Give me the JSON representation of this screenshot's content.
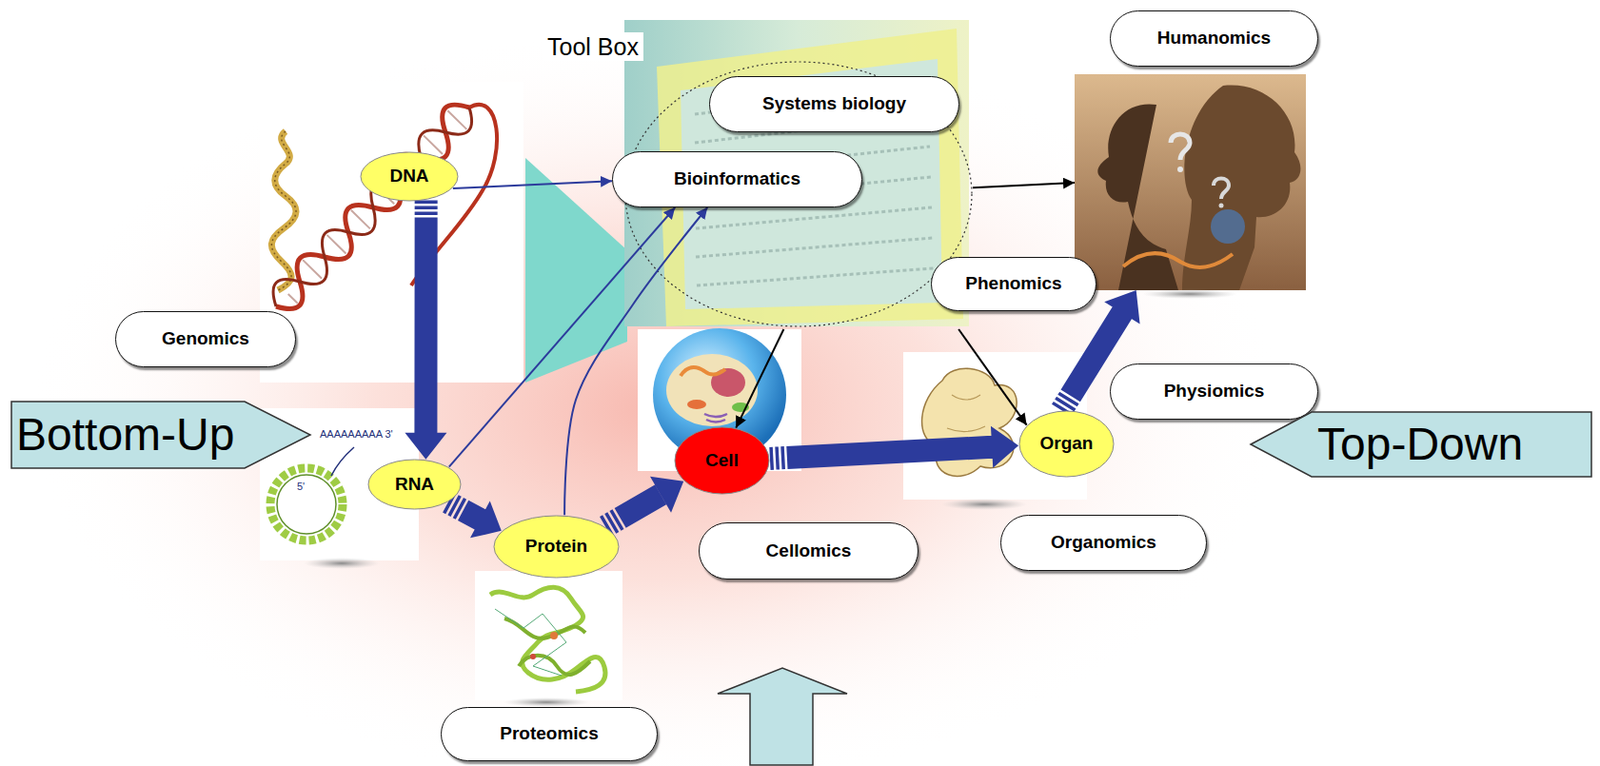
{
  "diagram": {
    "nodes": [
      {
        "text": [
          "Tool Box"
        ]
      },
      {
        "text": [
          "Systems biology"
        ],
        "in": 0
      },
      {
        "text": [
          "Bioinformatics"
        ],
        "in": 0
      },
      {
        "text": [
          "Humanomics"
        ]
      },
      {
        "text": [
          "DNA"
        ]
      },
      {
        "text": [
          "Phenomics"
        ]
      },
      {
        "text": [
          "Genomics"
        ]
      },
      {
        "text": [
          "Physiomics"
        ]
      },
      {
        "text": [
          "Bottom-Up"
        ]
      },
      {
        "text": [
          "Top-Down"
        ]
      },
      {
        "text": [
          "RNA"
        ]
      },
      {
        "text": [
          "Organ"
        ]
      },
      {
        "text": [
          "Cell"
        ]
      },
      {
        "text": [
          "Protein"
        ]
      },
      {
        "text": [
          "Cellomics"
        ]
      },
      {
        "text": [
          "Organomics"
        ]
      },
      {
        "text": [
          "Proteomics"
        ]
      }
    ],
    "edges": [
      {
        "from": 4,
        "to": 10,
        "arrow": "to"
      },
      {
        "from": 10,
        "to": 13,
        "arrow": "to"
      },
      {
        "from": 13,
        "to": 12,
        "arrow": "to"
      },
      {
        "from": 12,
        "to": 11,
        "arrow": "to"
      },
      {
        "from": 11,
        "to": 3,
        "arrow": "to"
      },
      {
        "from": 4,
        "to": 2,
        "arrow": "to"
      },
      {
        "from": 10,
        "to": 2,
        "arrow": "to"
      },
      {
        "from": 13,
        "to": 2,
        "arrow": "to"
      },
      {
        "from": 0,
        "to": 12,
        "arrow": "to"
      },
      {
        "from": 0,
        "to": 11,
        "arrow": "to"
      },
      {
        "from": 0,
        "to": 3,
        "arrow": "to"
      }
    ],
    "labels": [
      "AAAAAAAAA 3'",
      "5'"
    ]
  }
}
